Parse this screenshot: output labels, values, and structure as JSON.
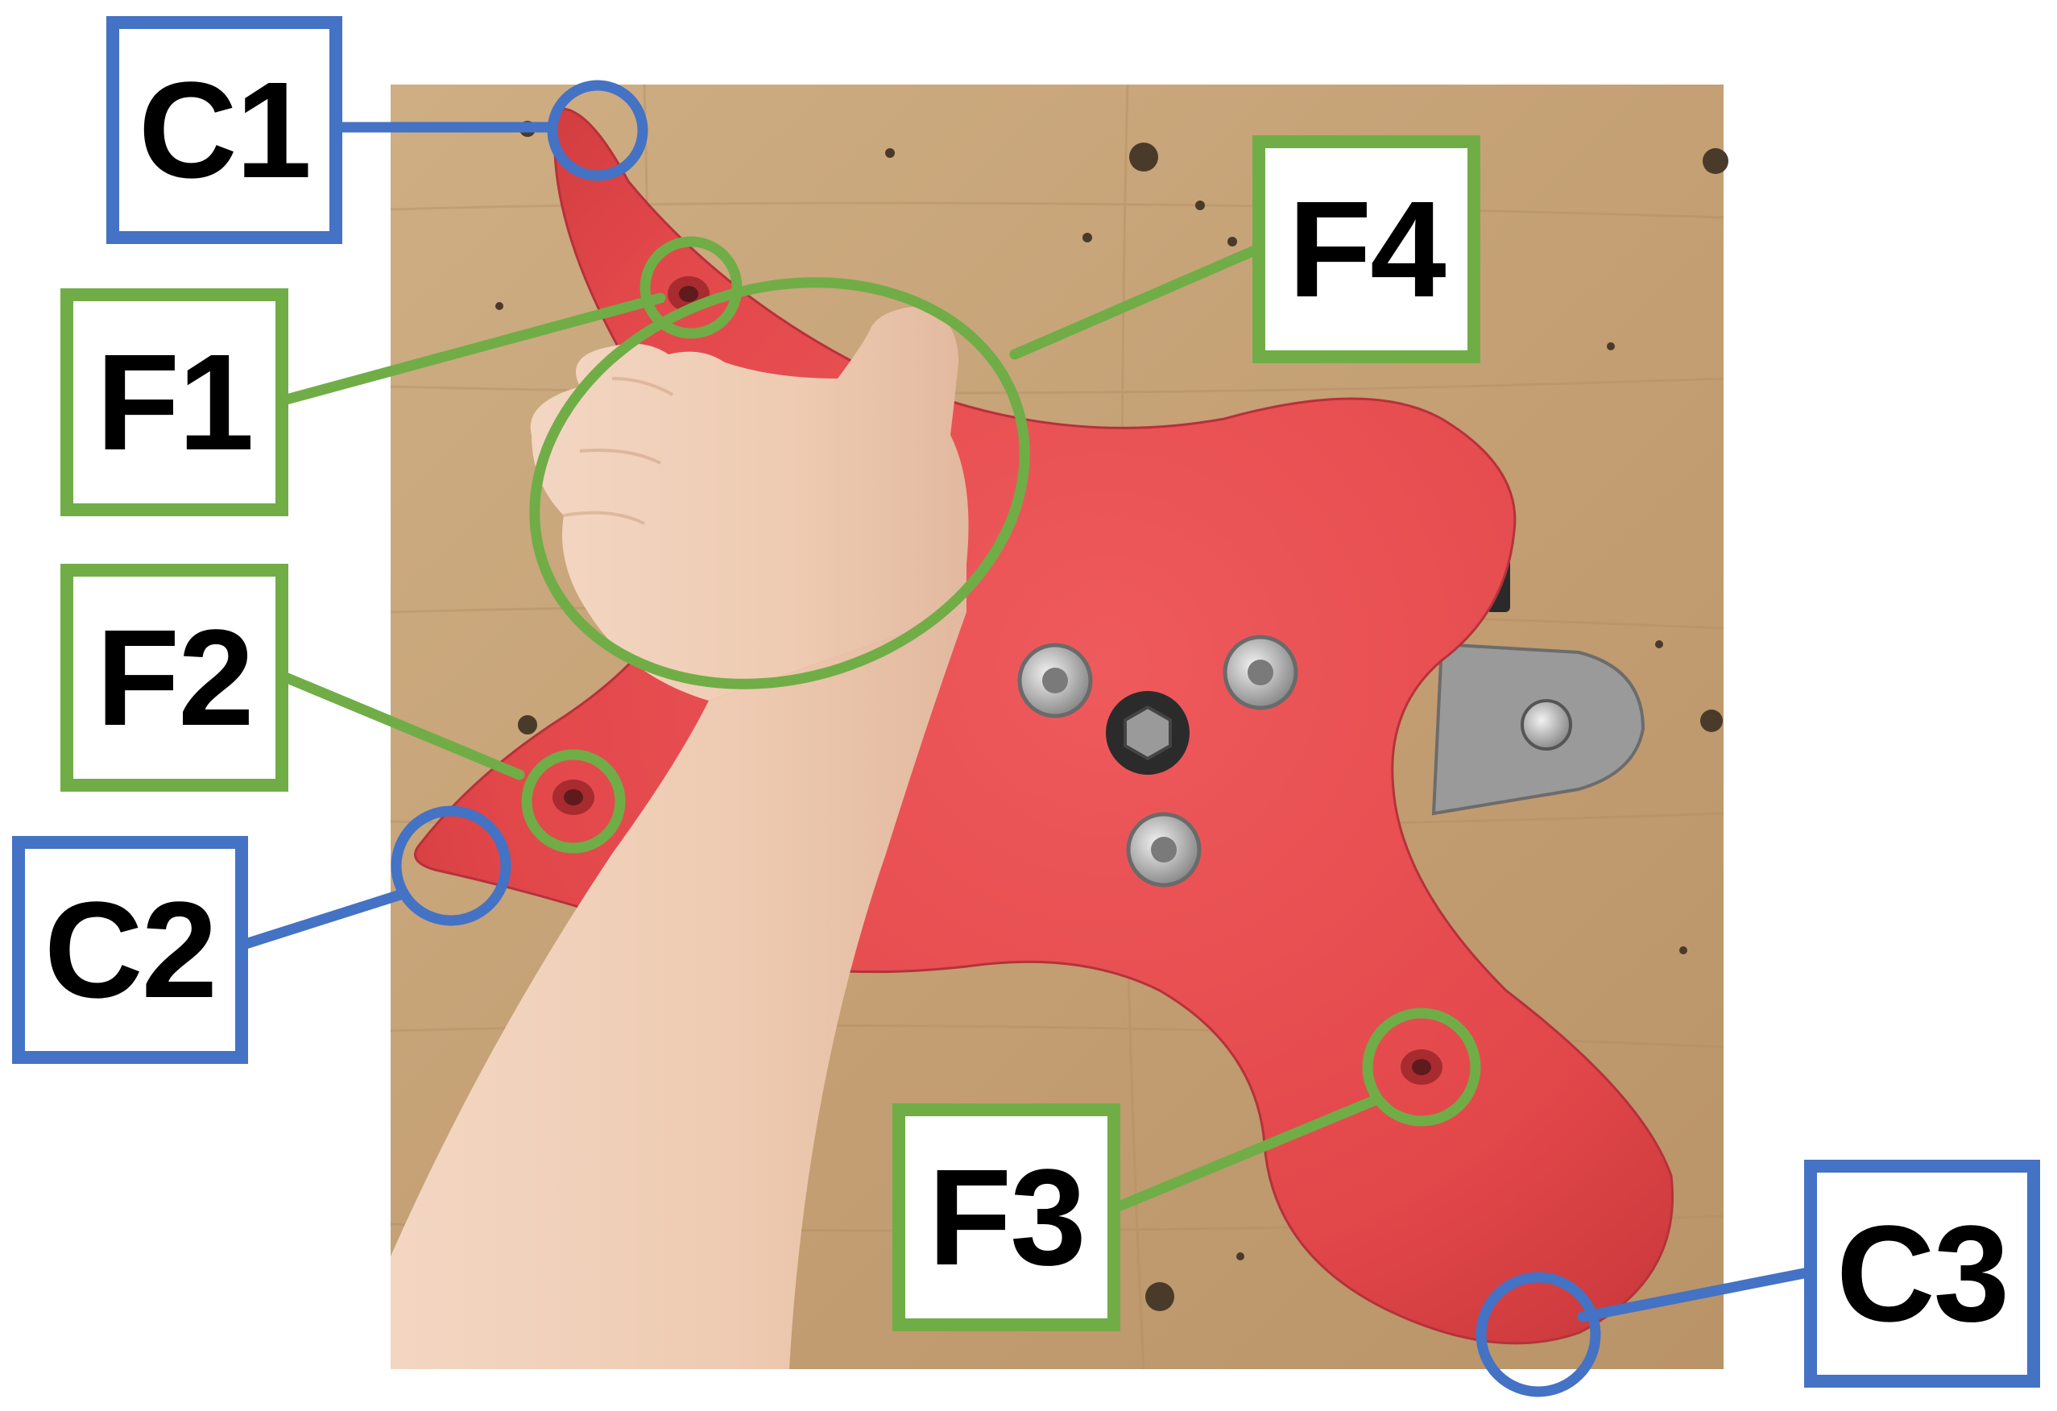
{
  "colors": {
    "callout_blue": "#4472C4",
    "callout_green": "#70AD47",
    "hold_red": "#E8474A",
    "board_wood": "#C9A67A",
    "skin": "#EFCDB5"
  },
  "labels": {
    "C1": "C1",
    "C2": "C2",
    "C3": "C3",
    "F1": "F1",
    "F2": "F2",
    "F3": "F3",
    "F4": "F4"
  }
}
